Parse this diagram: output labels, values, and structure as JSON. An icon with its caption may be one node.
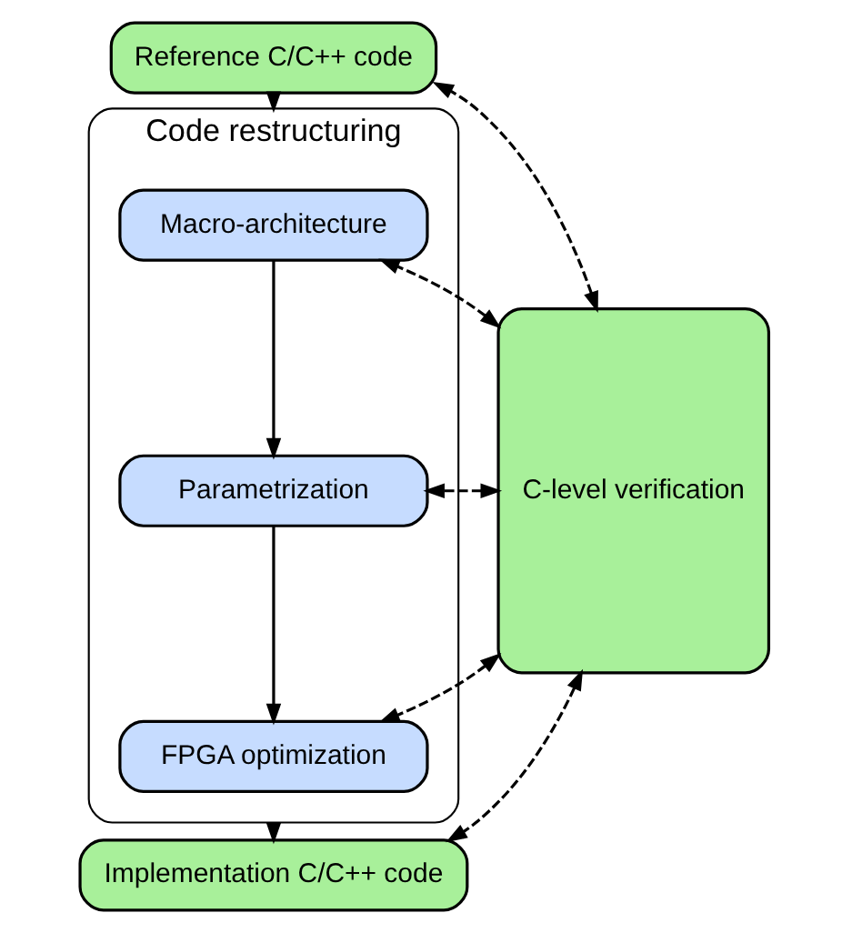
{
  "diagram": {
    "nodes": [
      {
        "text": [
          "Reference C/C++ code"
        ]
      },
      {
        "text": [
          "Code restructuring"
        ]
      },
      {
        "text": [
          "Macro-architecture"
        ],
        "in": 1
      },
      {
        "text": [
          "Parametrization"
        ],
        "in": 1
      },
      {
        "text": [
          "FPGA optimization"
        ],
        "in": 1
      },
      {
        "text": [
          "Implementation C/C++ code"
        ]
      },
      {
        "text": [
          "C-level verification"
        ]
      }
    ],
    "edges": [
      {
        "from": 0,
        "to": 1,
        "arrow": "to"
      },
      {
        "from": 2,
        "to": 3,
        "arrow": "to"
      },
      {
        "from": 3,
        "to": 4,
        "arrow": "to"
      },
      {
        "from": 1,
        "to": 5,
        "arrow": "to"
      },
      {
        "from": 6,
        "to": 0,
        "arrow": "both",
        "style": "dashed"
      },
      {
        "from": 6,
        "to": 2,
        "arrow": "both",
        "style": "dashed"
      },
      {
        "from": 6,
        "to": 3,
        "arrow": "both",
        "style": "dashed"
      },
      {
        "from": 6,
        "to": 4,
        "arrow": "both",
        "style": "dashed"
      },
      {
        "from": 6,
        "to": 5,
        "arrow": "both",
        "style": "dashed"
      }
    ]
  }
}
